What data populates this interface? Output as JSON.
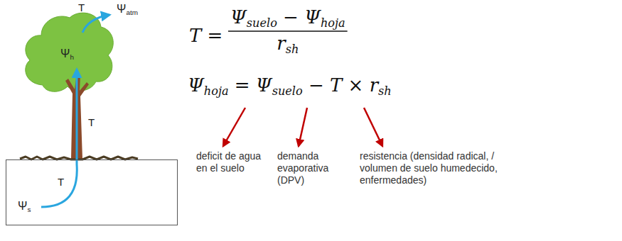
{
  "diagram": {
    "nodes": [
      {
        "text": [
          "T",
          "Ψs"
        ]
      }
    ],
    "labels": [
      "T",
      "Ψatm",
      "Ψh",
      "T",
      "T =",
      "Ψsuelo − Ψhoja",
      "rsh",
      "Ψhoja = Ψsuelo − T × rsh",
      "deficit de agua en el suelo",
      "demanda evaporativa (DPV)",
      "resistencia (densidad radical, / volumen de suelo humedecido, enfermedades)"
    ]
  }
}
